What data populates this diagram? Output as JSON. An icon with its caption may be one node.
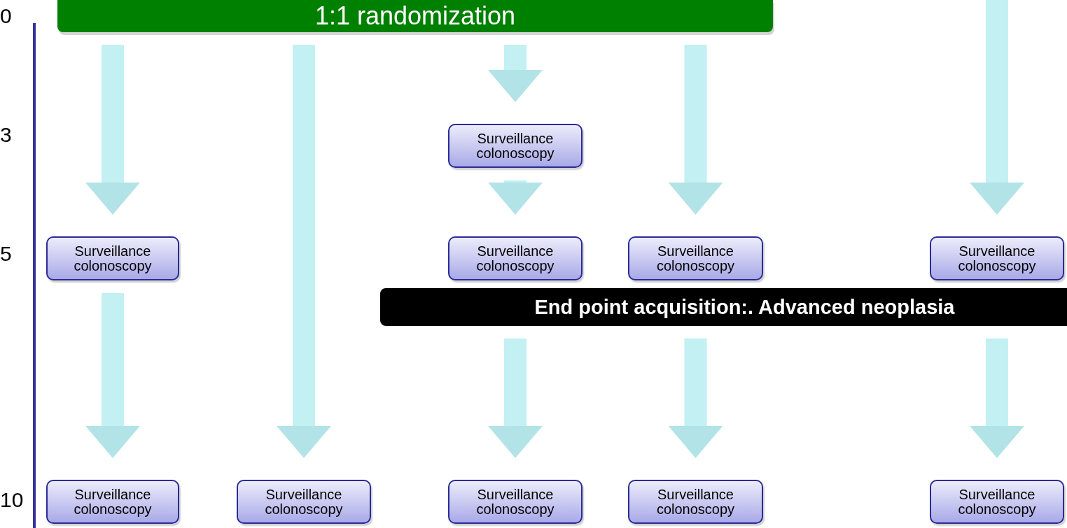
{
  "diagram": {
    "nodes": [
      {
        "text": [
          "1:1 randomization"
        ]
      },
      {
        "text": [
          "Surveillance colonoscopy"
        ]
      },
      {
        "text": [
          "Surveillance colonoscopy"
        ]
      },
      {
        "text": [
          "Surveillance colonoscopy"
        ]
      },
      {
        "text": [
          "Surveillance colonoscopy"
        ]
      },
      {
        "text": [
          "Surveillance colonoscopy"
        ]
      },
      {
        "text": [
          "End point acquisition:. Advanced neoplasia"
        ]
      },
      {
        "text": [
          "Surveillance colonoscopy"
        ]
      },
      {
        "text": [
          "Surveillance colonoscopy"
        ]
      },
      {
        "text": [
          "Surveillance colonoscopy"
        ]
      },
      {
        "text": [
          "Surveillance colonoscopy"
        ]
      },
      {
        "text": [
          "Surveillance colonoscopy"
        ]
      }
    ],
    "edges": [
      {
        "from": 0,
        "to": 2,
        "arrow": "to"
      },
      {
        "from": 0,
        "to": 8,
        "arrow": "to"
      },
      {
        "from": 0,
        "to": 1,
        "arrow": "to"
      },
      {
        "from": 1,
        "to": 3,
        "arrow": "to"
      },
      {
        "from": 0,
        "to": 4,
        "arrow": "to"
      },
      {
        "from": null,
        "to": 5,
        "arrow": "to"
      },
      {
        "from": 2,
        "to": 7,
        "arrow": "to"
      },
      {
        "from": 6,
        "to": 9,
        "arrow": "to"
      },
      {
        "from": 6,
        "to": 10,
        "arrow": "to"
      },
      {
        "from": 6,
        "to": 11,
        "arrow": "to"
      }
    ],
    "labels": [
      "0",
      "3",
      "5",
      "10"
    ]
  }
}
